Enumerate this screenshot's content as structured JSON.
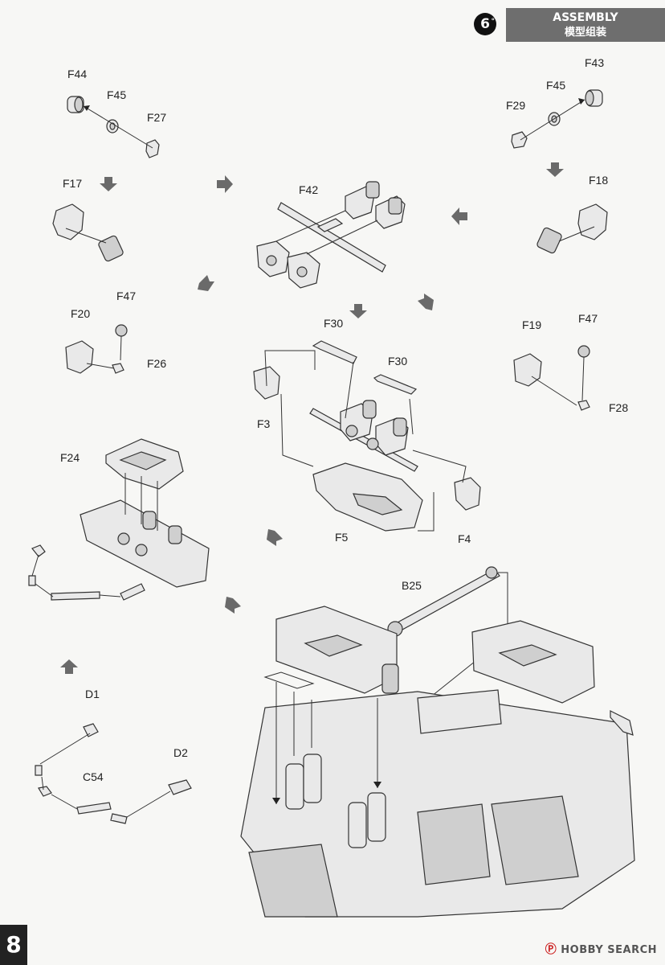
{
  "header": {
    "title_en": "ASSEMBLY",
    "title_zh": "模型组装"
  },
  "step": {
    "number": "6",
    "mark": "°"
  },
  "page": {
    "number": "8"
  },
  "watermark": {
    "icon": "hobby-search-logo",
    "text": "HOBBY SEARCH"
  },
  "labels": {
    "F44": "F44",
    "F45a": "F45",
    "F27": "F27",
    "F43": "F43",
    "F45b": "F45",
    "F29": "F29",
    "F17": "F17",
    "F42": "F42",
    "F18": "F18",
    "F20": "F20",
    "F47a": "F47",
    "F26": "F26",
    "F30a": "F30",
    "F30b": "F30",
    "F19": "F19",
    "F47b": "F47",
    "F28": "F28",
    "F3": "F3",
    "F5": "F5",
    "F4": "F4",
    "F24": "F24",
    "B25": "B25",
    "D1": "D1",
    "D2": "D2",
    "C54": "C54"
  }
}
